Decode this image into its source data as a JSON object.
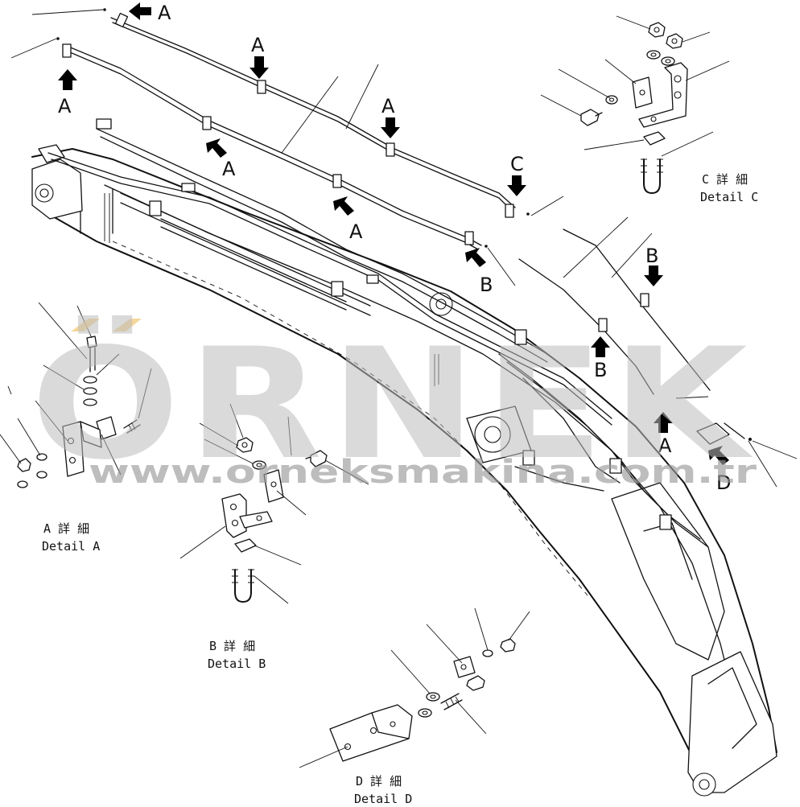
{
  "diagram": {
    "callout_letters": {
      "a": "A",
      "b": "B",
      "c": "C",
      "d": "D"
    },
    "details": [
      {
        "key": "a",
        "jp": "A 詳 細",
        "en": "Detail A"
      },
      {
        "key": "b",
        "jp": "B 詳 細",
        "en": "Detail B"
      },
      {
        "key": "c",
        "jp": "C 詳 細",
        "en": "Detail C"
      },
      {
        "key": "d",
        "jp": "D 詳 細",
        "en": "Detail D"
      }
    ]
  },
  "watermark": {
    "brand": "ÖRNEK",
    "url": "www.orneksmakina.com.tr",
    "accent_color": "#f2c97a",
    "text_color": "#bdbdbd"
  }
}
